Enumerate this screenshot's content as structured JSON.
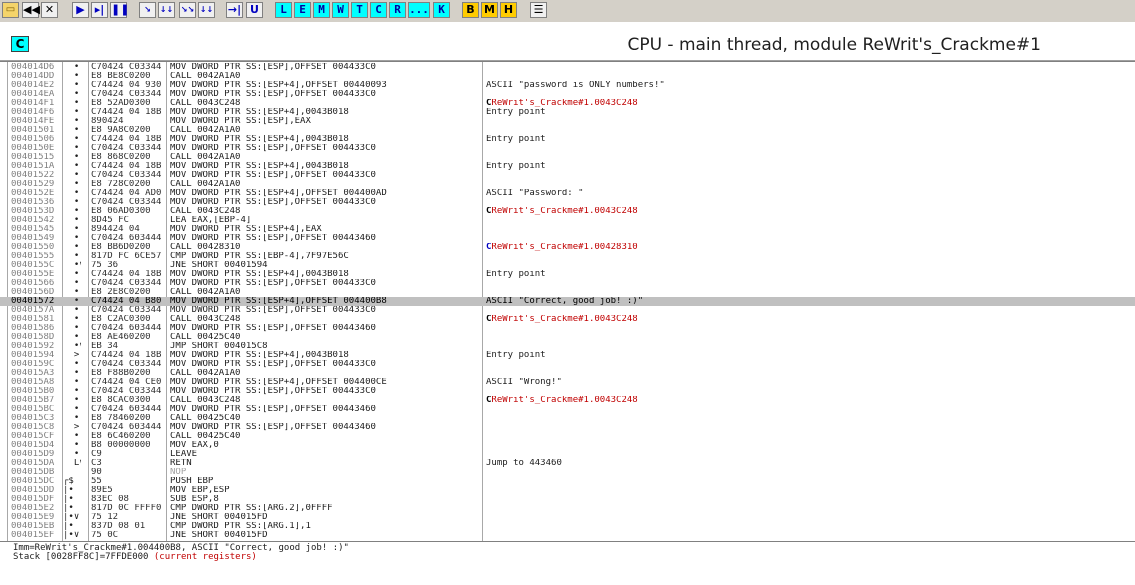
{
  "toolbar": {
    "buttons": [
      {
        "label": "▭",
        "style": "open"
      },
      {
        "label": "◀◀",
        "style": ""
      },
      {
        "label": "✕",
        "style": ""
      },
      {
        "label": "▶",
        "style": "blue"
      },
      {
        "label": "▸|",
        "style": "blue"
      },
      {
        "label": "❚❚",
        "style": "blue"
      },
      {
        "label": "↘",
        "style": "blue small"
      },
      {
        "label": "↓↓",
        "style": "blue small"
      },
      {
        "label": "↘↘",
        "style": "blue small"
      },
      {
        "label": "↓↓",
        "style": "blue small"
      },
      {
        "label": "→|",
        "style": "blue"
      },
      {
        "label": "U",
        "style": "blue"
      },
      {
        "label": "L",
        "style": "cyan"
      },
      {
        "label": "E",
        "style": "cyan"
      },
      {
        "label": "M",
        "style": "cyan"
      },
      {
        "label": "W",
        "style": "cyan"
      },
      {
        "label": "T",
        "style": "cyan"
      },
      {
        "label": "C",
        "style": "cyan"
      },
      {
        "label": "R",
        "style": "cyan"
      },
      {
        "label": "...",
        "style": "cyan"
      },
      {
        "label": "K",
        "style": "cyan"
      },
      {
        "label": "B",
        "style": "yellow"
      },
      {
        "label": "M",
        "style": "yellow"
      },
      {
        "label": "H",
        "style": "yellow"
      },
      {
        "label": "☰",
        "style": ""
      }
    ]
  },
  "window": {
    "button": "C",
    "title": "CPU - main thread, module ReWrit's_Crackme#1"
  },
  "rows": [
    {
      "addr": "004014D6",
      "mark": "  •",
      "hex": "C70424 C03344",
      "dis": "MOV DWORD PTR SS:[ESP],OFFSET 004433C0",
      "com": "",
      "ctype": ""
    },
    {
      "addr": "004014DD",
      "mark": "  •",
      "hex": "E8 BE8C0200",
      "dis": "CALL 0042A1A0",
      "com": "",
      "ctype": ""
    },
    {
      "addr": "004014E2",
      "mark": "  •",
      "hex": "C74424 04 930",
      "dis": "MOV DWORD PTR SS:[ESP+4],OFFSET 00440093",
      "com": "ASCII \"password is ONLY numbers!\"",
      "ctype": ""
    },
    {
      "addr": "004014EA",
      "mark": "  •",
      "hex": "C70424 C03344",
      "dis": "MOV DWORD PTR SS:[ESP],OFFSET 004433C0",
      "com": "",
      "ctype": ""
    },
    {
      "addr": "004014F1",
      "mark": "  •",
      "hex": "E8 52AD0300",
      "dis": "CALL 0043C248",
      "com": "ReWrit's_Crackme#1.0043C248",
      "ctype": "red"
    },
    {
      "addr": "004014F6",
      "mark": "  •",
      "hex": "C74424 04 18B",
      "dis": "MOV DWORD PTR SS:[ESP+4],0043B018",
      "com": "Entry point",
      "ctype": ""
    },
    {
      "addr": "004014FE",
      "mark": "  •",
      "hex": "890424",
      "dis": "MOV DWORD PTR SS:[ESP],EAX",
      "com": "",
      "ctype": ""
    },
    {
      "addr": "00401501",
      "mark": "  •",
      "hex": "E8 9A8C0200",
      "dis": "CALL 0042A1A0",
      "com": "",
      "ctype": ""
    },
    {
      "addr": "00401506",
      "mark": "  •",
      "hex": "C74424 04 18B",
      "dis": "MOV DWORD PTR SS:[ESP+4],0043B018",
      "com": "Entry point",
      "ctype": ""
    },
    {
      "addr": "0040150E",
      "mark": "  •",
      "hex": "C70424 C03344",
      "dis": "MOV DWORD PTR SS:[ESP],OFFSET 004433C0",
      "com": "",
      "ctype": ""
    },
    {
      "addr": "00401515",
      "mark": "  •",
      "hex": "E8 868C0200",
      "dis": "CALL 0042A1A0",
      "com": "",
      "ctype": ""
    },
    {
      "addr": "0040151A",
      "mark": "  •",
      "hex": "C74424 04 18B",
      "dis": "MOV DWORD PTR SS:[ESP+4],0043B018",
      "com": "Entry point",
      "ctype": ""
    },
    {
      "addr": "00401522",
      "mark": "  •",
      "hex": "C70424 C03344",
      "dis": "MOV DWORD PTR SS:[ESP],OFFSET 004433C0",
      "com": "",
      "ctype": ""
    },
    {
      "addr": "00401529",
      "mark": "  •",
      "hex": "E8 728C0200",
      "dis": "CALL 0042A1A0",
      "com": "",
      "ctype": ""
    },
    {
      "addr": "0040152E",
      "mark": "  •",
      "hex": "C74424 04 AD0",
      "dis": "MOV DWORD PTR SS:[ESP+4],OFFSET 004400AD",
      "com": "ASCII \"Password: \"",
      "ctype": ""
    },
    {
      "addr": "00401536",
      "mark": "  •",
      "hex": "C70424 C03344",
      "dis": "MOV DWORD PTR SS:[ESP],OFFSET 004433C0",
      "com": "",
      "ctype": ""
    },
    {
      "addr": "0040153D",
      "mark": "  •",
      "hex": "E8 06AD0300",
      "dis": "CALL 0043C248",
      "com": "ReWrit's_Crackme#1.0043C248",
      "ctype": "red"
    },
    {
      "addr": "00401542",
      "mark": "  •",
      "hex": "8D45 FC",
      "dis": "LEA EAX,[EBP-4]",
      "com": "",
      "ctype": ""
    },
    {
      "addr": "00401545",
      "mark": "  •",
      "hex": "894424 04",
      "dis": "MOV DWORD PTR SS:[ESP+4],EAX",
      "com": "",
      "ctype": ""
    },
    {
      "addr": "00401549",
      "mark": "  •",
      "hex": "C70424 603444",
      "dis": "MOV DWORD PTR SS:[ESP],OFFSET 00443460",
      "com": "",
      "ctype": ""
    },
    {
      "addr": "00401550",
      "mark": "  •",
      "hex": "E8 BB6D0200",
      "dis": "CALL 00428310",
      "com": "ReWrit's_Crackme#1.00428310",
      "ctype": "blue"
    },
    {
      "addr": "00401555",
      "mark": "  •",
      "hex": "817D FC 6CE57",
      "dis": "CMP DWORD PTR SS:[EBP-4],7F97E56C",
      "com": "",
      "ctype": ""
    },
    {
      "addr": "0040155C",
      "mark": "  •∨",
      "hex": "75 36",
      "dis": "JNE SHORT 00401594",
      "com": "",
      "ctype": ""
    },
    {
      "addr": "0040155E",
      "mark": "  •",
      "hex": "C74424 04 18B",
      "dis": "MOV DWORD PTR SS:[ESP+4],0043B018",
      "com": "Entry point",
      "ctype": ""
    },
    {
      "addr": "00401566",
      "mark": "  •",
      "hex": "C70424 C03344",
      "dis": "MOV DWORD PTR SS:[ESP],OFFSET 004433C0",
      "com": "",
      "ctype": ""
    },
    {
      "addr": "0040156D",
      "mark": "  •",
      "hex": "E8 2E8C0200",
      "dis": "CALL 0042A1A0",
      "com": "",
      "ctype": ""
    },
    {
      "addr": "00401572",
      "mark": "  •",
      "hex": "C74424 04 B80",
      "dis": "MOV DWORD PTR SS:[ESP+4],OFFSET 004400B8",
      "com": "ASCII \"Correct, good job! :)\"",
      "ctype": "",
      "sel": true
    },
    {
      "addr": "0040157A",
      "mark": "  •",
      "hex": "C70424 C03344",
      "dis": "MOV DWORD PTR SS:[ESP],OFFSET 004433C0",
      "com": "",
      "ctype": ""
    },
    {
      "addr": "00401581",
      "mark": "  •",
      "hex": "E8 C2AC0300",
      "dis": "CALL 0043C248",
      "com": "ReWrit's_Crackme#1.0043C248",
      "ctype": "red"
    },
    {
      "addr": "00401586",
      "mark": "  •",
      "hex": "C70424 603444",
      "dis": "MOV DWORD PTR SS:[ESP],OFFSET 00443460",
      "com": "",
      "ctype": ""
    },
    {
      "addr": "0040158D",
      "mark": "  •",
      "hex": "E8 AE460200",
      "dis": "CALL 00425C40",
      "com": "",
      "ctype": ""
    },
    {
      "addr": "00401592",
      "mark": "  •∨",
      "hex": "EB 34",
      "dis": "JMP SHORT 004015C8",
      "com": "",
      "ctype": ""
    },
    {
      "addr": "00401594",
      "mark": "  >",
      "hex": "C74424 04 18B",
      "dis": "MOV DWORD PTR SS:[ESP+4],0043B018",
      "com": "Entry point",
      "ctype": ""
    },
    {
      "addr": "0040159C",
      "mark": "  •",
      "hex": "C70424 C03344",
      "dis": "MOV DWORD PTR SS:[ESP],OFFSET 004433C0",
      "com": "",
      "ctype": ""
    },
    {
      "addr": "004015A3",
      "mark": "  •",
      "hex": "E8 F88B0200",
      "dis": "CALL 0042A1A0",
      "com": "",
      "ctype": ""
    },
    {
      "addr": "004015A8",
      "mark": "  •",
      "hex": "C74424 04 CE0",
      "dis": "MOV DWORD PTR SS:[ESP+4],OFFSET 004400CE",
      "com": "ASCII \"Wrong!\"",
      "ctype": ""
    },
    {
      "addr": "004015B0",
      "mark": "  •",
      "hex": "C70424 C03344",
      "dis": "MOV DWORD PTR SS:[ESP],OFFSET 004433C0",
      "com": "",
      "ctype": ""
    },
    {
      "addr": "004015B7",
      "mark": "  •",
      "hex": "E8 8CAC0300",
      "dis": "CALL 0043C248",
      "com": "ReWrit's_Crackme#1.0043C248",
      "ctype": "red"
    },
    {
      "addr": "004015BC",
      "mark": "  •",
      "hex": "C70424 603444",
      "dis": "MOV DWORD PTR SS:[ESP],OFFSET 00443460",
      "com": "",
      "ctype": ""
    },
    {
      "addr": "004015C3",
      "mark": "  •",
      "hex": "E8 78460200",
      "dis": "CALL 00425C40",
      "com": "",
      "ctype": ""
    },
    {
      "addr": "004015C8",
      "mark": "  >",
      "hex": "C70424 603444",
      "dis": "MOV DWORD PTR SS:[ESP],OFFSET 00443460",
      "com": "",
      "ctype": ""
    },
    {
      "addr": "004015CF",
      "mark": "  •",
      "hex": "E8 6C460200",
      "dis": "CALL 00425C40",
      "com": "",
      "ctype": ""
    },
    {
      "addr": "004015D4",
      "mark": "  •",
      "hex": "B8 00000000",
      "dis": "MOV EAX,0",
      "com": "",
      "ctype": ""
    },
    {
      "addr": "004015D9",
      "mark": "  •",
      "hex": "C9",
      "dis": "LEAVE",
      "com": "",
      "ctype": ""
    },
    {
      "addr": "004015DA",
      "mark": "  L∨",
      "hex": "C3",
      "dis": "RETN",
      "com": "Jump to 443460",
      "ctype": ""
    },
    {
      "addr": "004015DB",
      "mark": "",
      "hex": "90",
      "dis": "NOP",
      "com": "",
      "ctype": "",
      "dim": true
    },
    {
      "addr": "004015DC",
      "mark": "┌$",
      "hex": "55",
      "dis": "PUSH EBP",
      "com": "",
      "ctype": ""
    },
    {
      "addr": "004015DD",
      "mark": "│•",
      "hex": "89E5",
      "dis": "MOV EBP,ESP",
      "com": "",
      "ctype": ""
    },
    {
      "addr": "004015DF",
      "mark": "│•",
      "hex": "83EC 08",
      "dis": "SUB ESP,8",
      "com": "",
      "ctype": ""
    },
    {
      "addr": "004015E2",
      "mark": "│•",
      "hex": "817D 0C FFFF0",
      "dis": "CMP DWORD PTR SS:[ARG.2],0FFFF",
      "com": "",
      "ctype": ""
    },
    {
      "addr": "004015E9",
      "mark": "│•∨",
      "hex": "75 12",
      "dis": "JNE SHORT 004015FD",
      "com": "",
      "ctype": ""
    },
    {
      "addr": "004015EB",
      "mark": "│•",
      "hex": "837D 08 01",
      "dis": "CMP DWORD PTR SS:[ARG.1],1",
      "com": "",
      "ctype": ""
    },
    {
      "addr": "004015EF",
      "mark": "│•∨",
      "hex": "75 0C",
      "dis": "JNE SHORT 004015FD",
      "com": "",
      "ctype": ""
    }
  ],
  "info": {
    "line1": "Imm=ReWrit's_Crackme#1.004400B8, ASCII \"Correct, good job! :)\"",
    "line2_prefix": "Stack [0028FF8C]=7FFDE000 ",
    "line2_suffix": "(current registers)"
  }
}
